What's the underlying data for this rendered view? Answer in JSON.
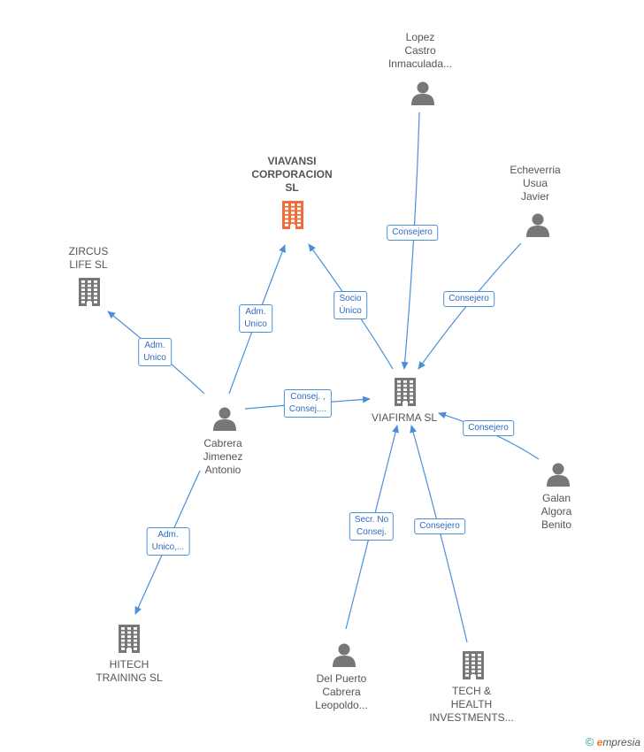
{
  "nodes": {
    "viavansi": {
      "label": "VIAVANSI\nCORPORACION\nSL",
      "type": "company",
      "highlight": true
    },
    "zircus": {
      "label": "ZIRCUS\nLIFE  SL",
      "type": "company"
    },
    "viafirma": {
      "label": "VIAFIRMA  SL",
      "type": "company"
    },
    "hitech": {
      "label": "HITECH\nTRAINING  SL",
      "type": "company"
    },
    "tech_health": {
      "label": "TECH  &\nHEALTH\nINVESTMENTS...",
      "type": "company"
    },
    "lopez": {
      "label": "Lopez\nCastro\nInmaculada...",
      "type": "person"
    },
    "echeverria": {
      "label": "Echeverria\nUsua\nJavier",
      "type": "person"
    },
    "cabrera": {
      "label": "Cabrera\nJimenez\nAntonio",
      "type": "person"
    },
    "galan": {
      "label": "Galan\nAlgora\nBenito",
      "type": "person"
    },
    "delpuerto": {
      "label": "Del Puerto\nCabrera\nLeopoldo...",
      "type": "person"
    }
  },
  "edges": [
    {
      "from": "cabrera",
      "to": "zircus",
      "label": "Adm.\nUnico"
    },
    {
      "from": "cabrera",
      "to": "viavansi",
      "label": "Adm.\nUnico"
    },
    {
      "from": "cabrera",
      "to": "viafirma",
      "label": "Consej. ,\nConsej...."
    },
    {
      "from": "cabrera",
      "to": "hitech",
      "label": "Adm.\nUnico,..."
    },
    {
      "from": "viafirma",
      "to": "viavansi",
      "label": "Socio\nÚnico"
    },
    {
      "from": "lopez",
      "to": "viafirma",
      "label": "Consejero"
    },
    {
      "from": "echeverria",
      "to": "viafirma",
      "label": "Consejero"
    },
    {
      "from": "galan",
      "to": "viafirma",
      "label": "Consejero"
    },
    {
      "from": "delpuerto",
      "to": "viafirma",
      "label": "Secr.  No\nConsej."
    },
    {
      "from": "tech_health",
      "to": "viafirma",
      "label": "Consejero"
    }
  ],
  "colors": {
    "edge": "#4a90d9",
    "icon": "#777777",
    "highlight": "#f26b3a"
  },
  "footer": {
    "copyright": "©",
    "brand_initial": "e",
    "brand_rest": "mpresia"
  }
}
